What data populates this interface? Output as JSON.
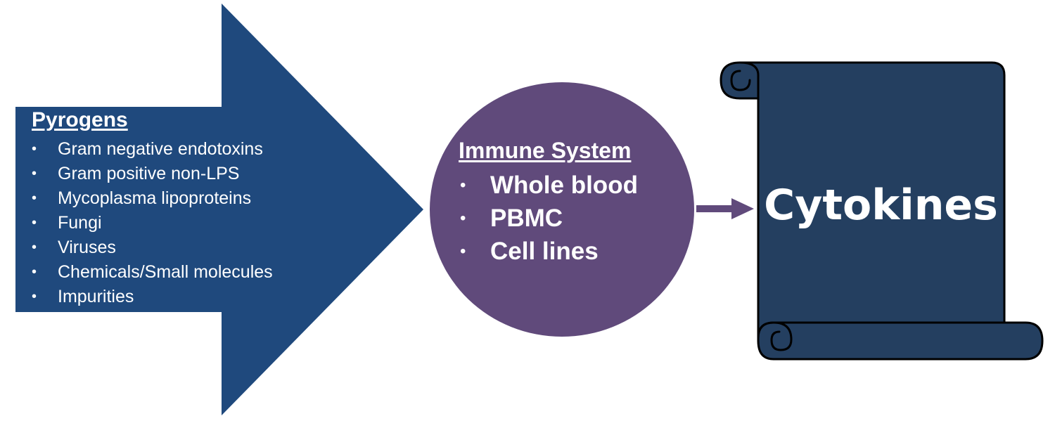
{
  "colors": {
    "arrow_fill": "#1f497d",
    "circle_fill": "#604a7b",
    "connector": "#604a7b",
    "scroll_fill": "#243f60",
    "scroll_outline": "#000000",
    "text": "#ffffff"
  },
  "input_block": {
    "title": "Pyrogens",
    "items": [
      "Gram negative endotoxins",
      "Gram positive non-LPS",
      "Mycoplasma lipoproteins",
      "Fungi",
      "Viruses",
      "Chemicals/Small molecules",
      "Impurities"
    ]
  },
  "middle_block": {
    "title": "Immune System",
    "items": [
      "Whole blood",
      "PBMC",
      "Cell lines"
    ]
  },
  "output_block": {
    "label": "Cytokines"
  },
  "bullet_glyph": "•"
}
